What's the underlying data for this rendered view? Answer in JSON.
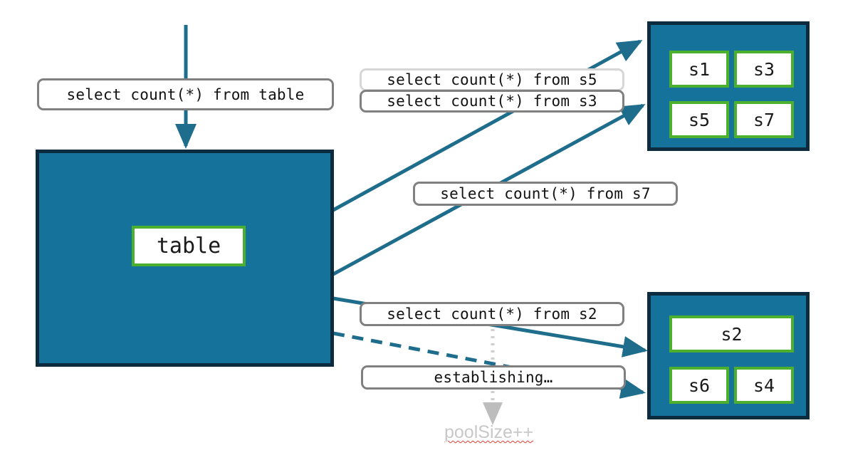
{
  "diagram": {
    "title": "Connection pool query routing diagram",
    "colors": {
      "container_fill": "#14729b",
      "container_border": "#0d2b3e",
      "node_border": "#4caf2e",
      "node_fill": "#ffffff",
      "arrow": "#1f6d8c",
      "label_border": "#808080",
      "label_border_light": "#d6d6d6",
      "annotation_text": "#c8c8c8",
      "spellcheck_underline": "#e23b2e",
      "background": "#ffffff"
    },
    "entry_label": "select count(*) from table",
    "table_node": "table",
    "pool_top": {
      "nodes": [
        "s1",
        "s3",
        "s5",
        "s7"
      ]
    },
    "pool_bottom": {
      "nodes": [
        "s2",
        "s6",
        "s4"
      ]
    },
    "queries": [
      {
        "text": "select count(*) from s5",
        "style": "light"
      },
      {
        "text": "select count(*) from s3",
        "style": "dark"
      },
      {
        "text": "select count(*) from s7",
        "style": "dark"
      },
      {
        "text": "select count(*) from s2",
        "style": "dark"
      }
    ],
    "status_label": "establishing…",
    "annotation": "poolSize++"
  }
}
